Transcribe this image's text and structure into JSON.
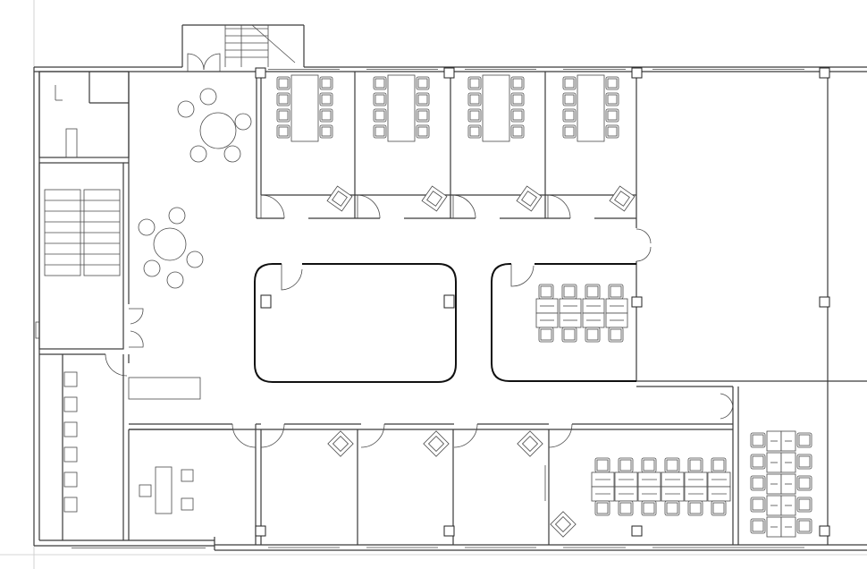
{
  "drawing": {
    "kind": "architectural-floor-plan",
    "text_labels": [],
    "colors": {
      "background": "#ffffff",
      "line": "#3a3a3a",
      "bold_line": "#111111",
      "guide_line": "#c8c8c8"
    }
  },
  "counts": {
    "north_meeting_rooms": 4,
    "south_offices": 3,
    "round_tables": 2,
    "structural_columns_visible": 12,
    "central_rooms_with_rounded_corners": 2
  }
}
